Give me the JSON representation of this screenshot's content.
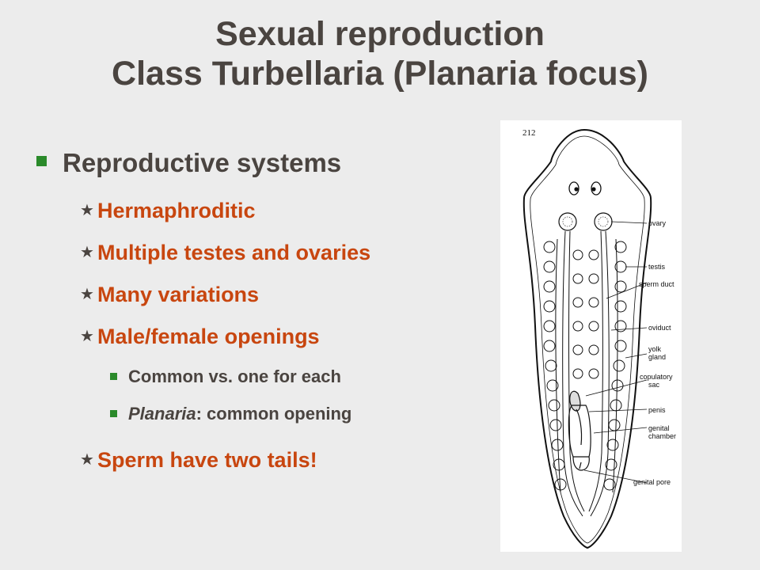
{
  "slide": {
    "title_line1": "Sexual reproduction",
    "title_line2": "Class Turbellaria (Planaria focus)",
    "main_bullet": "Reproductive systems",
    "sub_bullets": [
      "Hermaphroditic",
      "Multiple testes and ovaries",
      "Many variations",
      "Male/female openings"
    ],
    "sub_sub_bullets": [
      {
        "italic": "",
        "text": "Common vs. one for each"
      },
      {
        "italic": "Planaria",
        "text": ": common opening"
      }
    ],
    "last_bullet": "Sperm have two tails!"
  },
  "figure": {
    "page_number": "212",
    "labels": {
      "ovary": "ovary",
      "testis": "testis",
      "sperm_duct": "sperm duct",
      "oviduct": "oviduct",
      "yolk_gland_1": "yolk",
      "yolk_gland_2": "gland",
      "copulatory_sac_1": "copulatory",
      "copulatory_sac_2": "sac",
      "penis": "penis",
      "genital_chamber_1": "genital",
      "genital_chamber_2": "chamber",
      "genital_pore": "genital pore"
    }
  },
  "colors": {
    "background": "#ececec",
    "title_text": "#4a4440",
    "accent_orange": "#c8460f",
    "bullet_green": "#2a8a2a"
  }
}
